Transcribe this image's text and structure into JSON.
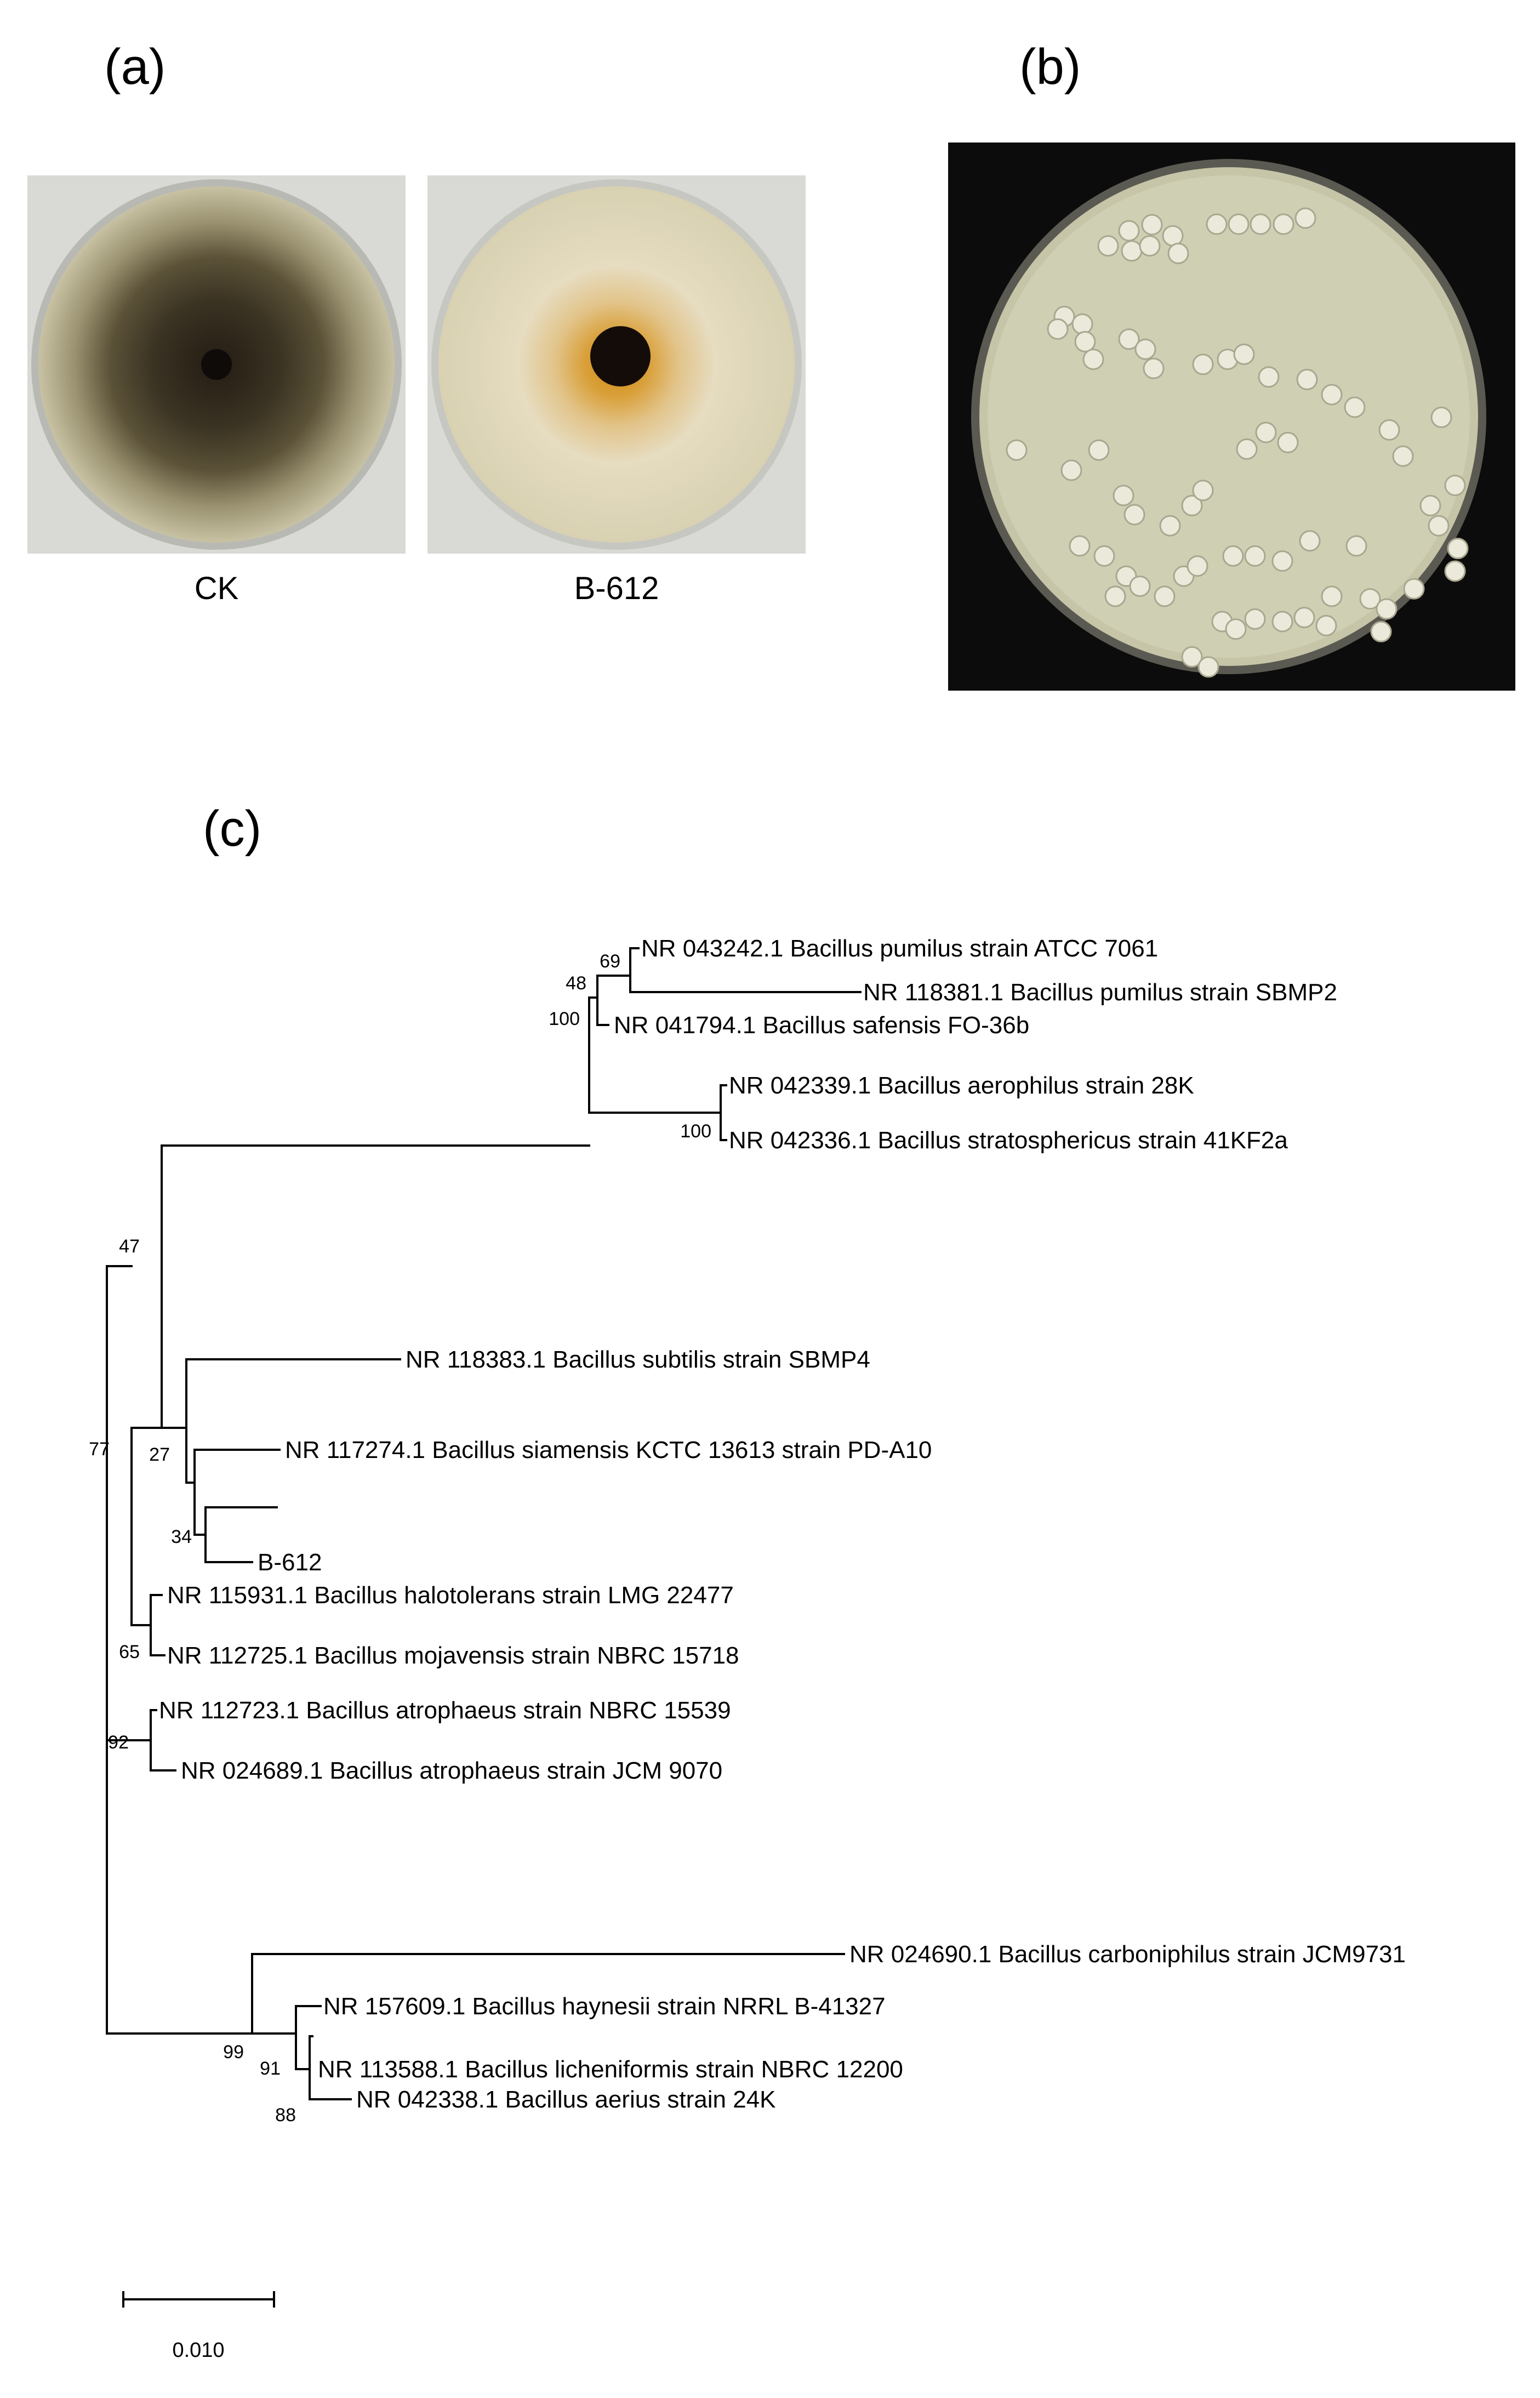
{
  "panels": {
    "a": {
      "label": "(a)",
      "plates": [
        {
          "caption": "CK"
        },
        {
          "caption": "B-612"
        }
      ]
    },
    "b": {
      "label": "(b)"
    },
    "c": {
      "label": "(c)"
    }
  },
  "tree": {
    "taxa": [
      "NR 043242.1 Bacillus pumilus strain ATCC 7061",
      "NR 118381.1 Bacillus pumilus strain SBMP2",
      "NR 041794.1 Bacillus safensis FO-36b",
      "NR 042339.1 Bacillus aerophilus strain 28K",
      "NR 042336.1 Bacillus stratosphericus strain 41KF2a",
      "NR 118383.1 Bacillus subtilis strain SBMP4",
      "NR 117274.1 Bacillus siamensis KCTC 13613 strain PD-A10",
      "B-612",
      "NR 115931.1 Bacillus halotolerans strain LMG 22477",
      "NR 112725.1 Bacillus mojavensis strain NBRC 15718",
      "NR 112723.1 Bacillus atrophaeus strain NBRC 15539",
      "NR 024689.1 Bacillus atrophaeus strain JCM 9070",
      "NR 024690.1 Bacillus carboniphilus strain JCM9731",
      "NR 157609.1 Bacillus haynesii strain NRRL B-41327",
      "NR 113588.1 Bacillus licheniformis strain NBRC 12200",
      "NR 042338.1 Bacillus aerius strain 24K"
    ],
    "bootstrap": [
      "69",
      "48",
      "100",
      "100",
      "47",
      "27",
      "34",
      "77",
      "65",
      "92",
      "99",
      "91",
      "88"
    ],
    "scale_bar": "0.010"
  }
}
